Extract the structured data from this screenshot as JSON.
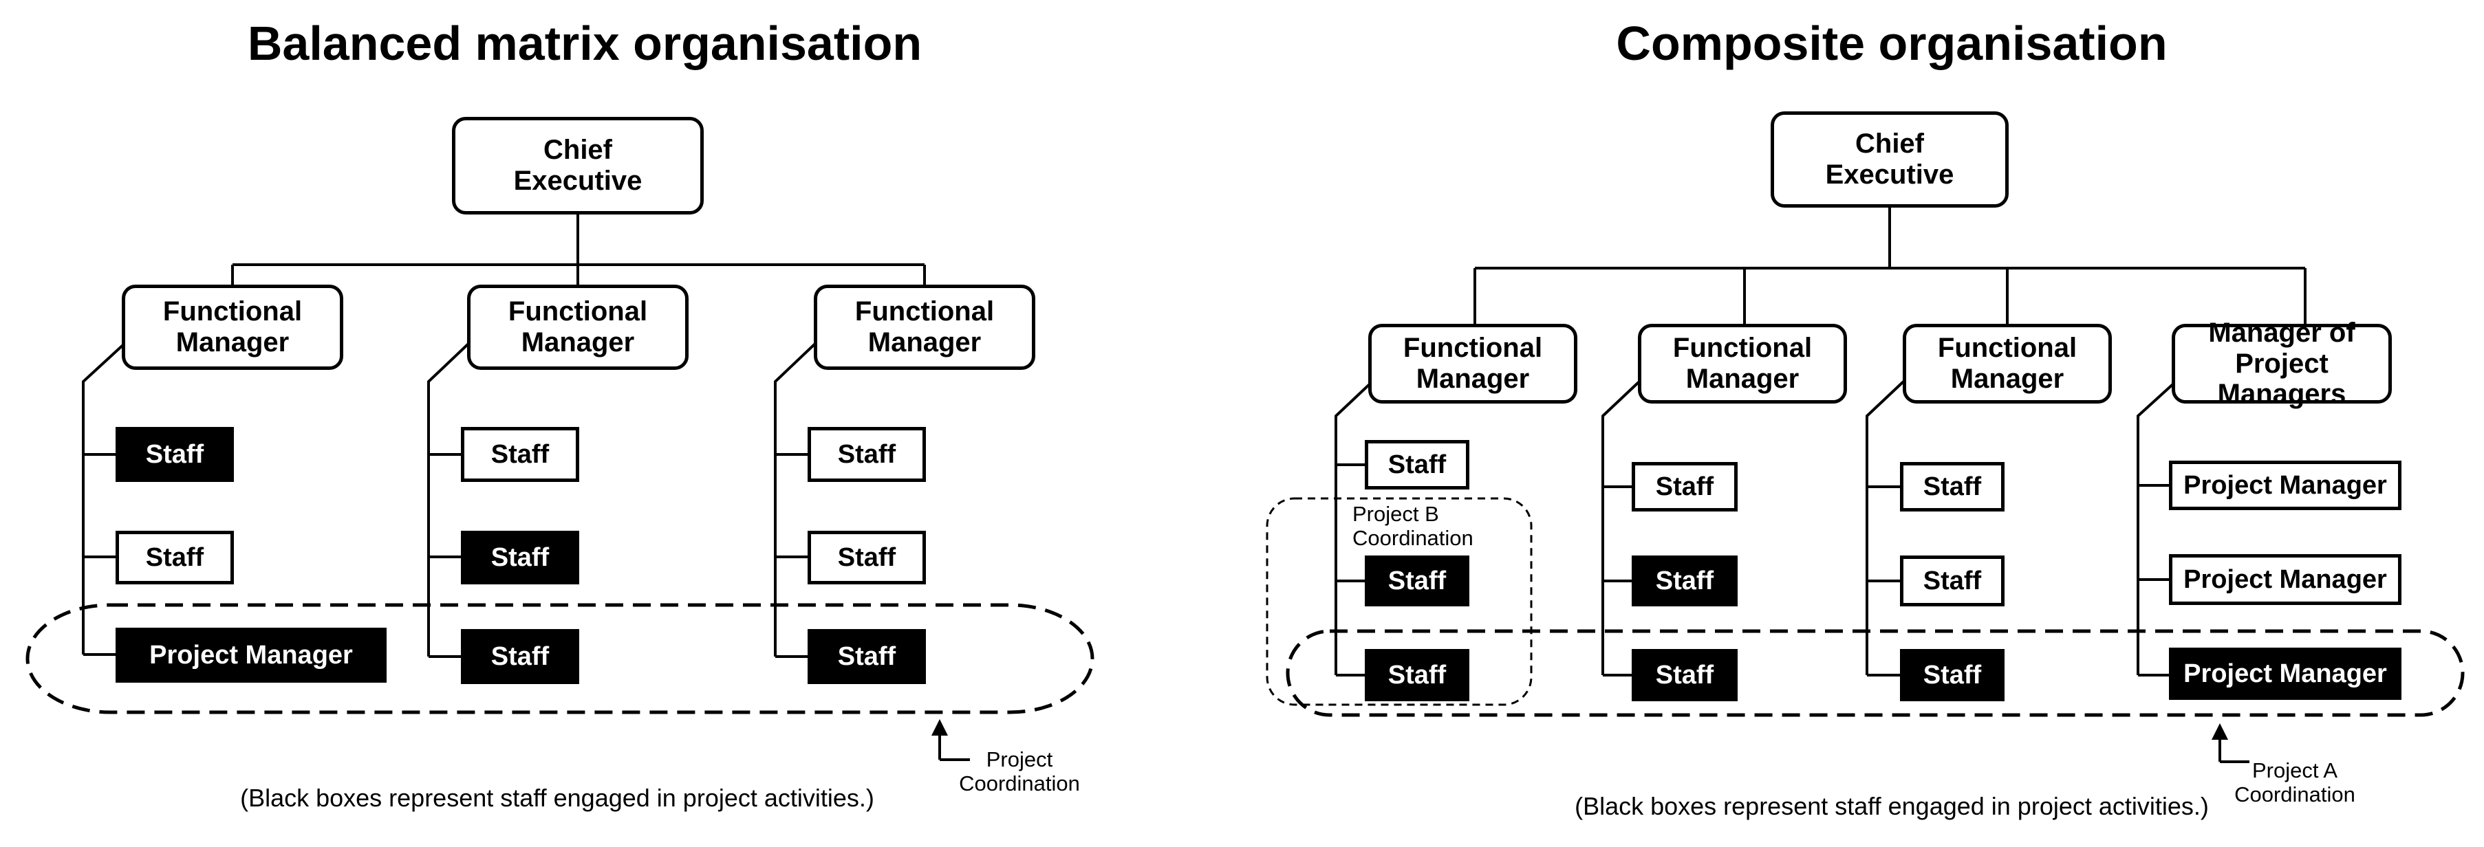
{
  "left": {
    "title": "Balanced matrix organisation",
    "chief": "Chief\nExecutive",
    "fm1": "Functional\nManager",
    "fm2": "Functional\nManager",
    "fm3": "Functional\nManager",
    "c1": [
      "Staff",
      "Staff",
      "Project Manager"
    ],
    "c2": [
      "Staff",
      "Staff",
      "Staff"
    ],
    "c3": [
      "Staff",
      "Staff",
      "Staff"
    ],
    "coord_label": "Project\nCoordination",
    "note": "(Black boxes represent staff engaged in project activities.)"
  },
  "right": {
    "title": "Composite organisation",
    "chief": "Chief\nExecutive",
    "fm1": "Functional\nManager",
    "fm2": "Functional\nManager",
    "fm3": "Functional\nManager",
    "mpm": "Manager of\nProject Managers",
    "c1": [
      "Staff",
      "Staff",
      "Staff"
    ],
    "c2": [
      "Staff",
      "Staff",
      "Staff"
    ],
    "c3": [
      "Staff",
      "Staff",
      "Staff"
    ],
    "c4": [
      "Project Manager",
      "Project Manager",
      "Project Manager"
    ],
    "coord_b_label": "Project B\nCoordination",
    "coord_a_label": "Project A\nCoordination",
    "note": "(Black boxes represent staff engaged in project activities.)"
  },
  "legend": {
    "filled_meaning": "staff engaged in project activities"
  }
}
